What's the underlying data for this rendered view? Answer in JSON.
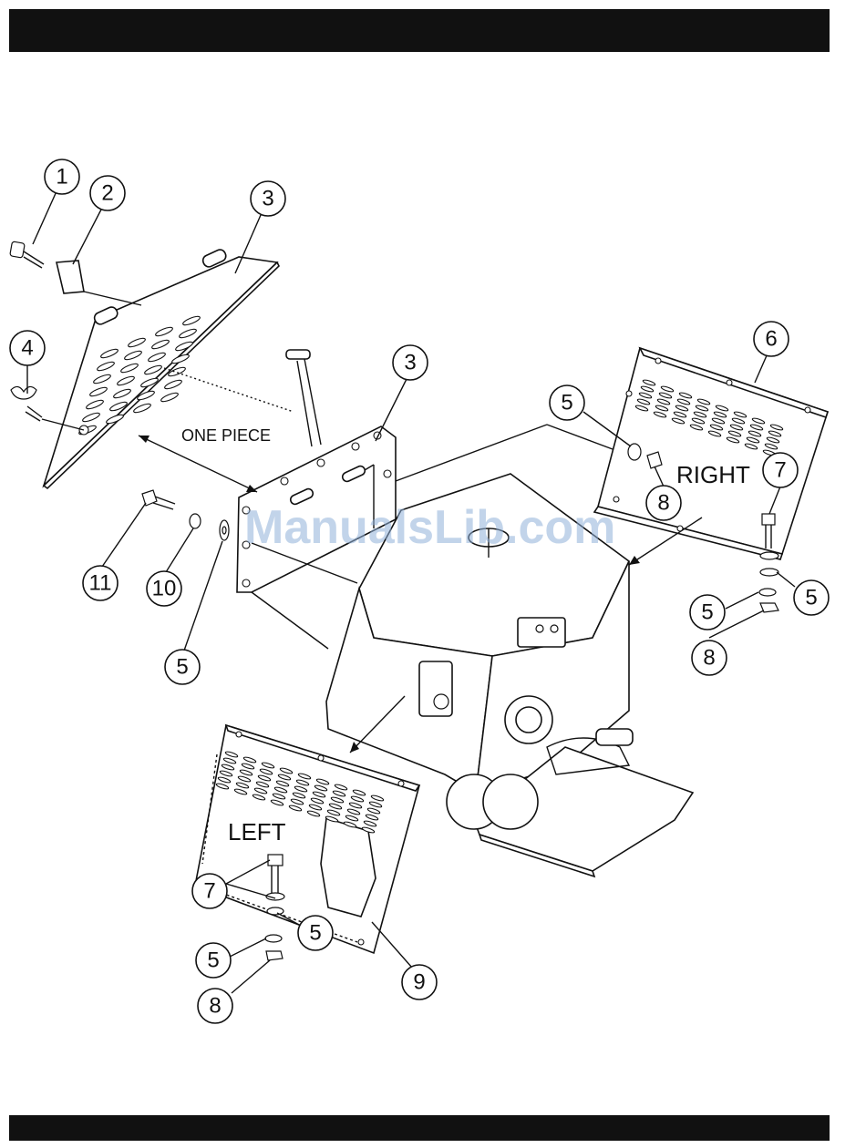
{
  "header_bar": "",
  "footer_bar": "",
  "callouts": [
    {
      "id": "c1",
      "num": "1"
    },
    {
      "id": "c2",
      "num": "2"
    },
    {
      "id": "c3a",
      "num": "3"
    },
    {
      "id": "c4",
      "num": "4"
    },
    {
      "id": "c3b",
      "num": "3"
    },
    {
      "id": "c6",
      "num": "6"
    },
    {
      "id": "c5a",
      "num": "5"
    },
    {
      "id": "c7a",
      "num": "7"
    },
    {
      "id": "c8a",
      "num": "8"
    },
    {
      "id": "c11",
      "num": "11"
    },
    {
      "id": "c10",
      "num": "10"
    },
    {
      "id": "c5b",
      "num": "5"
    },
    {
      "id": "c5c",
      "num": "5"
    },
    {
      "id": "c5d",
      "num": "5"
    },
    {
      "id": "c8b",
      "num": "8"
    },
    {
      "id": "c7b",
      "num": "7"
    },
    {
      "id": "c5e",
      "num": "5"
    },
    {
      "id": "c5f",
      "num": "5"
    },
    {
      "id": "c8c",
      "num": "8"
    },
    {
      "id": "c9",
      "num": "9"
    }
  ],
  "labels": {
    "one_piece": "ONE PIECE",
    "right": "RIGHT",
    "left": "LEFT"
  },
  "watermark": "ManualsLib.com"
}
